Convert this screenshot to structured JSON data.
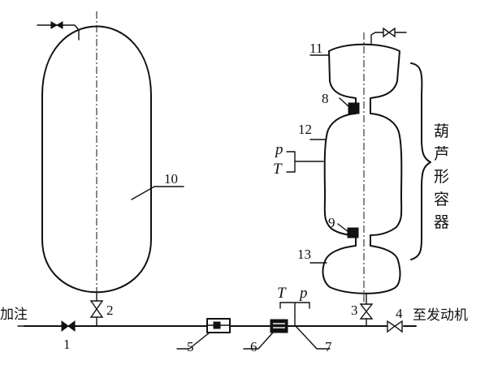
{
  "labels": {
    "n1": "1",
    "n2": "2",
    "n3": "3",
    "n4": "4",
    "n5": "5",
    "n6": "6",
    "n7": "7",
    "n8": "8",
    "n9": "9",
    "n10": "10",
    "n11": "11",
    "n12": "12",
    "n13": "13",
    "fill_text": "加注",
    "engine_text": "至发动机",
    "p_upper": "p",
    "t_upper": "T",
    "p_lower": "p",
    "t_lower": "T",
    "gourd_vertical": [
      "葫",
      "芦",
      "形",
      "容",
      "器"
    ]
  }
}
